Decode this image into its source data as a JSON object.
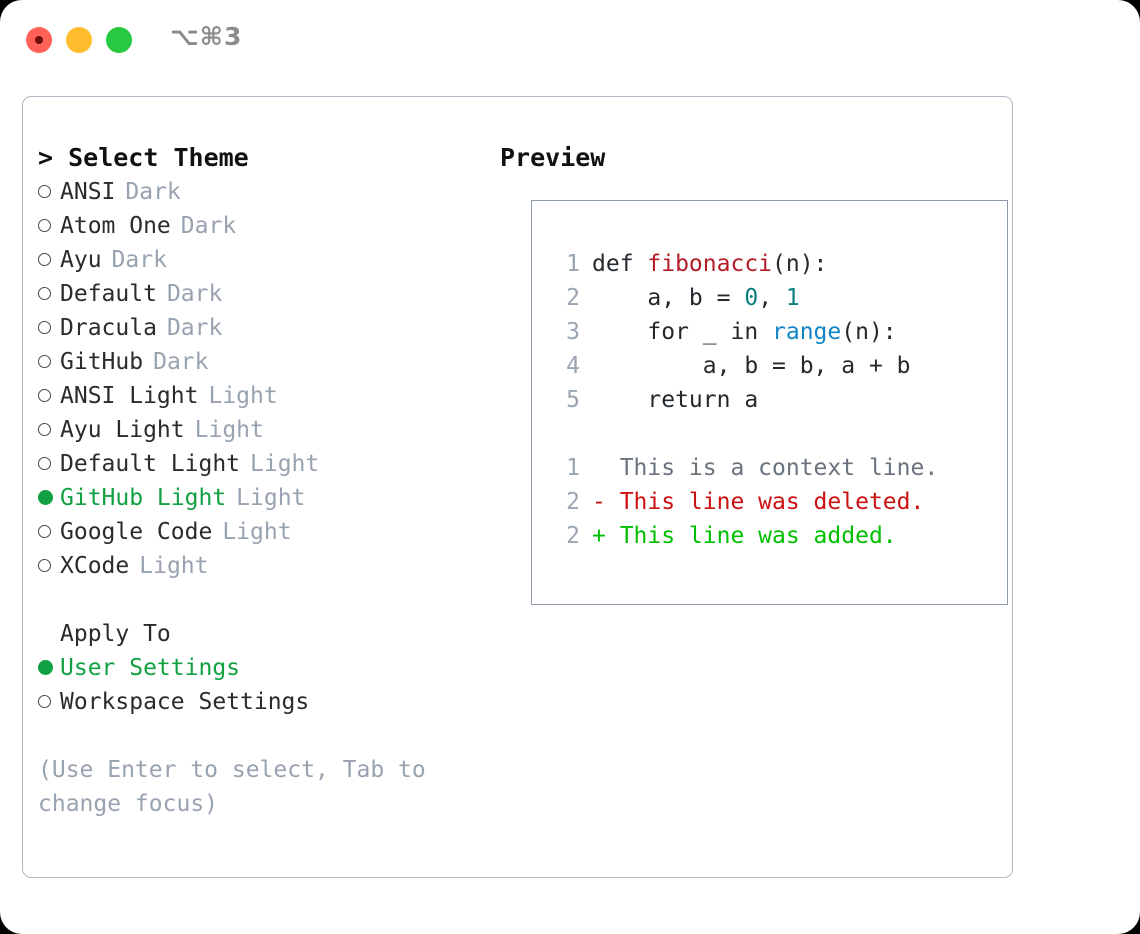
{
  "titlebar": {
    "shortcut": "⌥⌘3",
    "buttons": [
      {
        "name": "close",
        "color": "#ff6159"
      },
      {
        "name": "minimize",
        "color": "#ffbd2e"
      },
      {
        "name": "maximize",
        "color": "#28c840"
      }
    ]
  },
  "theme_picker": {
    "heading": "> Select Theme",
    "items": [
      {
        "label": "ANSI",
        "badge": "Dark",
        "selected": false
      },
      {
        "label": "Atom One",
        "badge": "Dark",
        "selected": false
      },
      {
        "label": "Ayu",
        "badge": "Dark",
        "selected": false
      },
      {
        "label": "Default",
        "badge": "Dark",
        "selected": false
      },
      {
        "label": "Dracula",
        "badge": "Dark",
        "selected": false
      },
      {
        "label": "GitHub",
        "badge": "Dark",
        "selected": false
      },
      {
        "label": "ANSI Light",
        "badge": "Light",
        "selected": false
      },
      {
        "label": "Ayu Light",
        "badge": "Light",
        "selected": false
      },
      {
        "label": "Default Light",
        "badge": "Light",
        "selected": false
      },
      {
        "label": "GitHub Light",
        "badge": "Light",
        "selected": true
      },
      {
        "label": "Google Code",
        "badge": "Light",
        "selected": false
      },
      {
        "label": "XCode",
        "badge": "Light",
        "selected": false
      }
    ]
  },
  "apply_to": {
    "heading": "Apply To",
    "items": [
      {
        "label": "User Settings",
        "selected": true
      },
      {
        "label": "Workspace Settings",
        "selected": false
      }
    ]
  },
  "hint": "(Use Enter to select, Tab to change focus)",
  "preview": {
    "heading": "Preview",
    "code_lines": [
      {
        "no": "1",
        "parts": [
          {
            "t": "def ",
            "k": "plain"
          },
          {
            "t": "fibonacci",
            "k": "fn"
          },
          {
            "t": "(n):",
            "k": "plain"
          }
        ]
      },
      {
        "no": "2",
        "parts": [
          {
            "t": "    a, b = ",
            "k": "plain"
          },
          {
            "t": "0",
            "k": "num"
          },
          {
            "t": ", ",
            "k": "plain"
          },
          {
            "t": "1",
            "k": "num"
          }
        ]
      },
      {
        "no": "3",
        "parts": [
          {
            "t": "    for _ in ",
            "k": "plain"
          },
          {
            "t": "range",
            "k": "call"
          },
          {
            "t": "(n):",
            "k": "plain"
          }
        ]
      },
      {
        "no": "4",
        "parts": [
          {
            "t": "        a, b = b, a + b",
            "k": "plain"
          }
        ]
      },
      {
        "no": "5",
        "parts": [
          {
            "t": "    return a",
            "k": "plain"
          }
        ]
      }
    ],
    "diff_lines": [
      {
        "no": "1",
        "text": "  This is a context line.",
        "kind": "ctx"
      },
      {
        "no": "2",
        "text": "- This line was deleted.",
        "kind": "del"
      },
      {
        "no": "2",
        "text": "+ This line was added.",
        "kind": "add"
      }
    ]
  },
  "colors": {
    "accent_green": "#12a142",
    "muted": "#98a2b0",
    "border": "#aeb7c4",
    "code_border": "#8e9bab",
    "diff_add": "#00c000",
    "diff_del": "#cc1111",
    "token_fn": "#b31d28",
    "token_num": "#0a7f7f",
    "token_call": "#1184c4"
  }
}
